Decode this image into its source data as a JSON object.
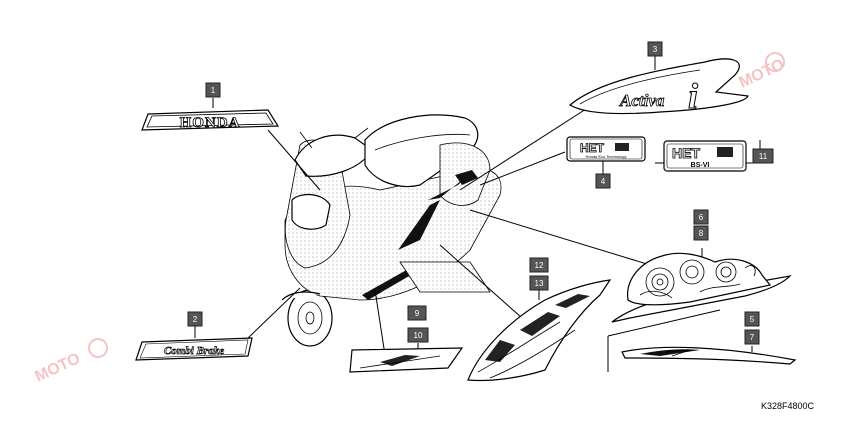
{
  "callouts": {
    "c1": "1",
    "c2": "2",
    "c3": "3",
    "c4": "4",
    "c5": "5",
    "c6": "6",
    "c7": "7",
    "c8": "8",
    "c9": "9",
    "c10": "10",
    "c11": "11",
    "c12": "12",
    "c13": "13"
  },
  "decals": {
    "honda": "HONDA",
    "activa": "Activa",
    "activa_i": "i",
    "combi_brake": "Combi Brake",
    "het_small": "HET",
    "het_sub": "Honda Eco Technology",
    "het_large": "HET",
    "het_large_sub": "BS-VI"
  },
  "diagram_code": "K328F4800C",
  "watermark": {
    "text": "MOTO",
    "color": "#f3c4c4"
  }
}
